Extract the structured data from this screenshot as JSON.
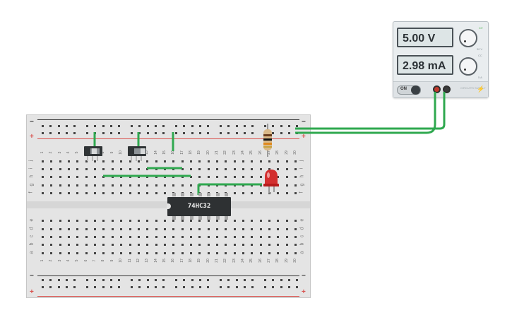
{
  "power_supply": {
    "voltage": "5.00 V",
    "current": "2.98 mA",
    "on_label": "ON",
    "voltage_knob_max": "30 V",
    "current_knob_max": "5 A",
    "cc_label": "CC",
    "cv_label": "CV",
    "brand": "CIRCUITS SUPPLY"
  },
  "breadboard": {
    "columns": [
      "1",
      "2",
      "3",
      "4",
      "5",
      "6",
      "7",
      "8",
      "9",
      "10",
      "11",
      "12",
      "13",
      "14",
      "15",
      "16",
      "17",
      "18",
      "19",
      "20",
      "21",
      "22",
      "23",
      "24",
      "25",
      "26",
      "27",
      "28",
      "29",
      "30"
    ],
    "rows_top": [
      "j",
      "i",
      "h",
      "g",
      "f"
    ],
    "rows_bottom": [
      "e",
      "d",
      "c",
      "b",
      "a"
    ],
    "rail_minus": "−",
    "rail_plus": "+"
  },
  "ic": {
    "label": "74HC32"
  },
  "colors": {
    "wire": "#2fa84f",
    "rail_red": "#d9534f",
    "rail_black": "#333333",
    "led_red": "#d32f2f"
  }
}
